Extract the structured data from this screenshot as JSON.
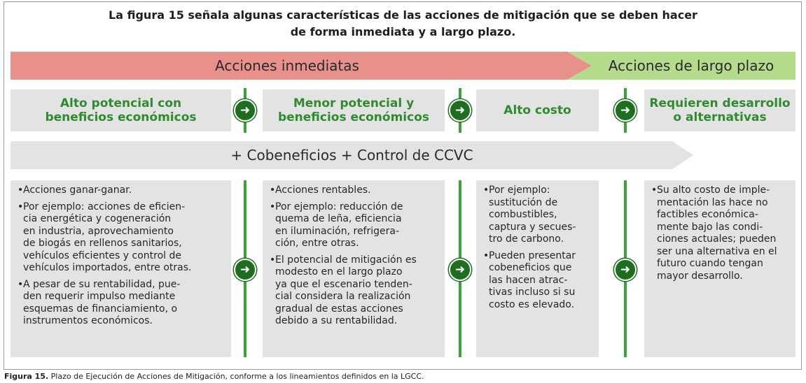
{
  "title": {
    "line1": "La figura 15 señala algunas características de las acciones de mitigación que se deben hacer",
    "line2": "de forma inmediata y a largo plazo."
  },
  "banners": {
    "immediate": "Acciones inmediatas",
    "long_term": "Acciones de largo plazo"
  },
  "categories": [
    {
      "line1": "Alto potencial con",
      "line2": "beneficios económicos"
    },
    {
      "line1": "Menor potencial y",
      "line2": "beneficios económicos"
    },
    {
      "line1": "Alto costo",
      "line2": ""
    },
    {
      "line1": "Requieren desarrollo",
      "line2": "o alternativas"
    }
  ],
  "cobenefits": "+ Cobeneficios + Control de CCVC",
  "details": [
    {
      "bullets": [
        [
          "Acciones ganar-ganar."
        ],
        [
          "Por ejemplo: acciones de eficien-",
          "cia energética y cogeneración",
          "en industria, aprovechamiento",
          "de biogás en rellenos sanitarios,",
          "vehículos eficientes y control de",
          "vehículos importados, entre otras."
        ],
        [
          "A pesar de su rentabilidad, pue-",
          "den requerir impulso mediante",
          "esquemas de financiamiento, o",
          "instrumentos económicos."
        ]
      ]
    },
    {
      "bullets": [
        [
          "Acciones rentables."
        ],
        [
          "Por ejemplo: reducción de",
          "quema de leña, eficiencia",
          "en iluminación, refrigera-",
          "ción, entre otras."
        ],
        [
          "El potencial de mitigación es",
          "modesto en el largo plazo",
          "ya que el escenario tenden-",
          "cial considera la realización",
          "gradual de estas acciones",
          "debido a su rentabilidad."
        ]
      ]
    },
    {
      "bullets": [
        [
          "Por ejemplo:",
          "sustitución de",
          "combustibles,",
          "captura y secues-",
          "tro de carbono."
        ],
        [
          "Pueden presentar",
          "cobeneficios que",
          "las hacen atrac-",
          "tivas incluso si su",
          "costo es elevado."
        ]
      ]
    },
    {
      "bullets": [
        [
          "Su alto costo de imple-",
          "mentación las hace no",
          "factibles económica-",
          "mente bajo las condi-",
          "ciones actuales; pueden",
          "ser una alternativa en el",
          "futuro cuando tengan",
          "mayor desarrollo."
        ]
      ]
    }
  ],
  "arrow_glyph": "➜",
  "caption": {
    "label": "Figura 15.",
    "text": " Plazo de Ejecución de Acciones de Mitigación, conforme a los lineamientos definidos en la LGCC."
  },
  "colors": {
    "immediate": "#e8908c",
    "long_term": "#b4dc8c",
    "panel": "#e3e3e3",
    "accent_green": "#2e8b2e",
    "arrow_circle": "#1f6e1f"
  }
}
